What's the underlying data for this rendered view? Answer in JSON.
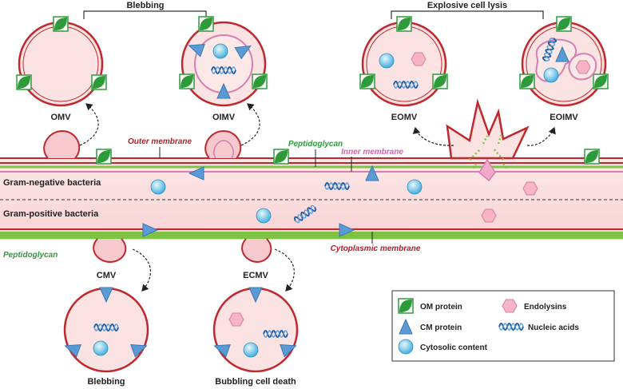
{
  "headers": {
    "blebbing_top": "Blebbing",
    "explosive": "Explosive cell lysis"
  },
  "vesicles": {
    "omv": "OMV",
    "oimv": "OIMV",
    "eomv": "EOMV",
    "eoimv": "EOIMV",
    "cmv": "CMV",
    "ecmv": "ECMV"
  },
  "labels": {
    "outer_membrane": "Outer membrane",
    "peptidoglycan_top": "Peptidoglycan",
    "inner_membrane": "Inner membrane",
    "gram_negative": "Gram-negative bacteria",
    "gram_positive": "Gram-positive  bacteria",
    "peptidoglycan_bottom": "Peptidoglycan",
    "cytoplasmic_membrane": "Cytoplasmic membrane",
    "blebbing_bottom": "Blebbing",
    "bubbling": "Bubbling cell death"
  },
  "legend": {
    "om_protein": "OM protein",
    "endolysins": "Endolysins",
    "cm_protein": "CM protein",
    "nucleic_acids": "Nucleic acids",
    "cytosolic": "Cytosolic content"
  },
  "colors": {
    "membrane_red": "#c0282d",
    "inner_pink": "#d67fb0",
    "peptidoglycan_green": "#7dc243",
    "om_protein_green": "#2e9b3a",
    "cm_protein_blue": "#5b9bd5",
    "cytosol_fill": "#fbe3e3",
    "endolysin_pink": "#f6b4c6"
  }
}
